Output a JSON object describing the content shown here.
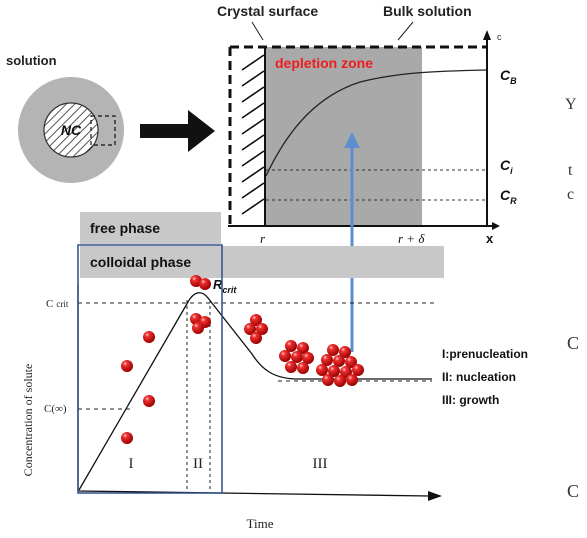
{
  "top_panel": {
    "title_left": "Crystal surface",
    "title_right": "Bulk solution",
    "axis_c": "c",
    "depletion_label": "depletion zone",
    "x_label": "x",
    "tick_r": "r",
    "tick_r_delta": "r + δ",
    "levels": [
      {
        "sym": "C",
        "sub": "B"
      },
      {
        "sym": "C",
        "sub": "i"
      },
      {
        "sym": "C",
        "sub": "R"
      }
    ]
  },
  "nc_sketch": {
    "solution_label": "solution",
    "core_label": "NC"
  },
  "phases": {
    "free": "free phase",
    "colloidal": "colloidal phase"
  },
  "lamer": {
    "y_label": "Concentration of solute",
    "c_crit_main": "C",
    "c_crit_sub": "crit",
    "c_inf": "C(∞)",
    "x_label": "Time",
    "rcrit_main": "R",
    "rcrit_sub": "crit",
    "stage_I": "I",
    "stage_II": "II",
    "stage_III": "III"
  },
  "legend": [
    "I:prenucleation",
    "II: nucleation",
    "III: growth"
  ],
  "right_fragments": [
    "Y",
    "t",
    "c",
    "C",
    "C"
  ],
  "colors": {
    "gray_zone": "#a9a9a9",
    "ring_gray": "#b4b4b4",
    "phase_box": "#c8c8c8",
    "depletion_red": "#ee1c1c",
    "arrow_blue": "#5b8fcf",
    "blue_frame": "#2e4e8c",
    "particle_red": "#e31414"
  }
}
